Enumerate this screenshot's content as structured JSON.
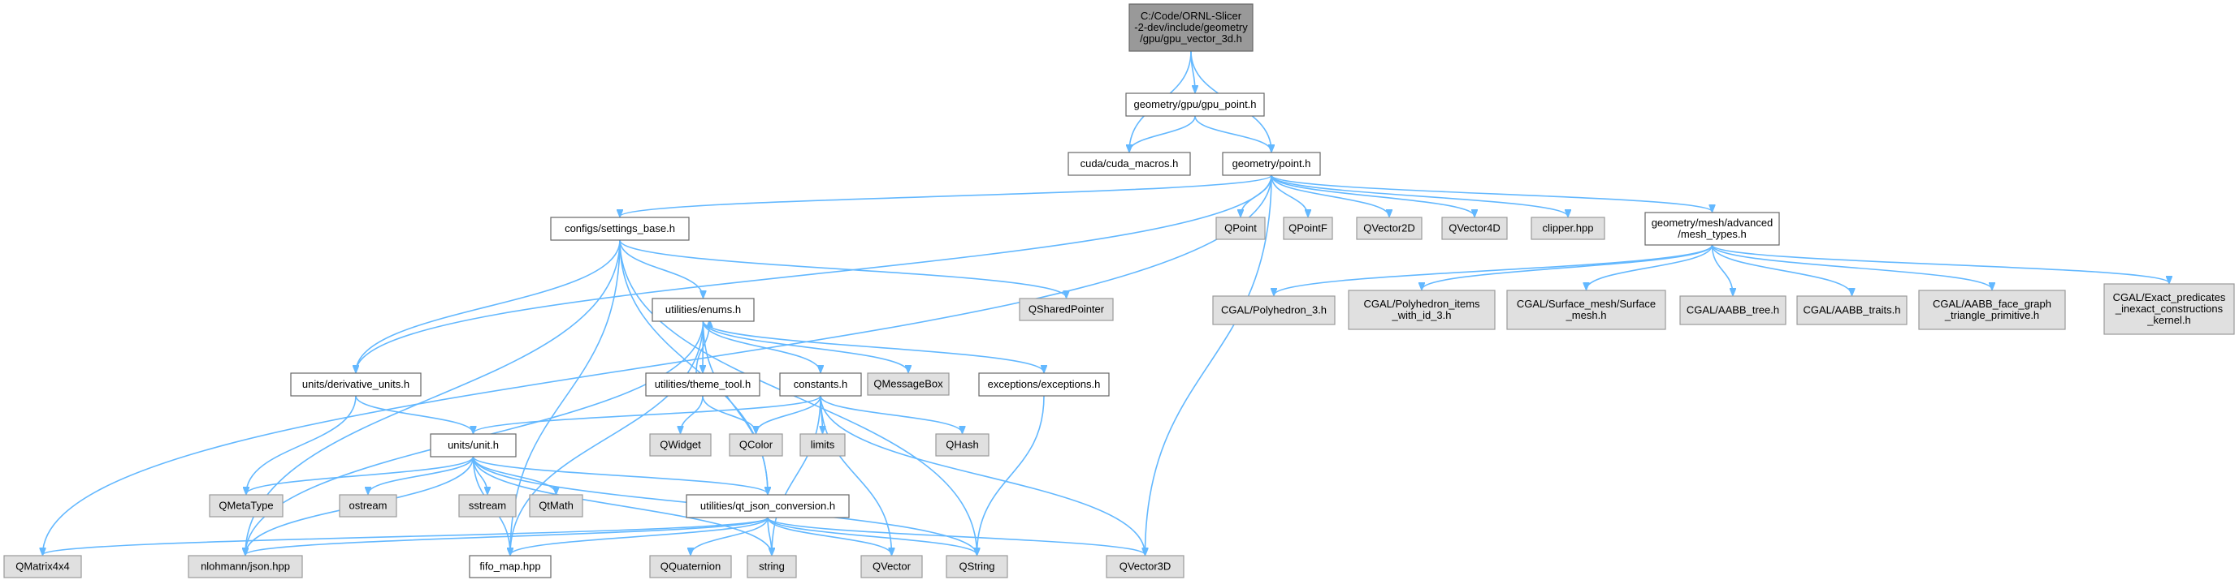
{
  "diagram": {
    "type": "include-dependency-graph",
    "nodes": [
      {
        "id": "root",
        "lines": [
          "C:/Code/ORNL-Slicer",
          "-2-dev/include/geometry",
          "/gpu/gpu_vector_3d.h"
        ],
        "kind": "root"
      },
      {
        "id": "gpu_point",
        "lines": [
          "geometry/gpu/gpu_point.h"
        ],
        "kind": "local"
      },
      {
        "id": "cuda_macros",
        "lines": [
          "cuda/cuda_macros.h"
        ],
        "kind": "local"
      },
      {
        "id": "point",
        "lines": [
          "geometry/point.h"
        ],
        "kind": "local"
      },
      {
        "id": "QMatrix4x4",
        "lines": [
          "QMatrix4x4"
        ],
        "kind": "external"
      },
      {
        "id": "settings_base",
        "lines": [
          "configs/settings_base.h"
        ],
        "kind": "local"
      },
      {
        "id": "derivative_units",
        "lines": [
          "units/derivative_units.h"
        ],
        "kind": "local"
      },
      {
        "id": "QPoint",
        "lines": [
          "QPoint"
        ],
        "kind": "external"
      },
      {
        "id": "QPointF",
        "lines": [
          "QPointF"
        ],
        "kind": "external"
      },
      {
        "id": "QVector2D",
        "lines": [
          "QVector2D"
        ],
        "kind": "external"
      },
      {
        "id": "QVector4D",
        "lines": [
          "QVector4D"
        ],
        "kind": "external"
      },
      {
        "id": "clipper",
        "lines": [
          "clipper.hpp"
        ],
        "kind": "external"
      },
      {
        "id": "mesh_types",
        "lines": [
          "geometry/mesh/advanced",
          "/mesh_types.h"
        ],
        "kind": "local"
      },
      {
        "id": "QVector3D",
        "lines": [
          "QVector3D"
        ],
        "kind": "external"
      },
      {
        "id": "json",
        "lines": [
          "nlohmann/json.hpp"
        ],
        "kind": "external"
      },
      {
        "id": "fifo_map",
        "lines": [
          "fifo_map.hpp"
        ],
        "kind": "local"
      },
      {
        "id": "enums",
        "lines": [
          "utilities/enums.h"
        ],
        "kind": "local"
      },
      {
        "id": "qt_json",
        "lines": [
          "utilities/qt_json_conversion.h"
        ],
        "kind": "local"
      },
      {
        "id": "QString",
        "lines": [
          "QString"
        ],
        "kind": "external"
      },
      {
        "id": "QSharedPointer",
        "lines": [
          "QSharedPointer"
        ],
        "kind": "external"
      },
      {
        "id": "unit",
        "lines": [
          "units/unit.h"
        ],
        "kind": "local"
      },
      {
        "id": "QMetaType",
        "lines": [
          "QMetaType"
        ],
        "kind": "external"
      },
      {
        "id": "theme_tool",
        "lines": [
          "utilities/theme_tool.h"
        ],
        "kind": "local"
      },
      {
        "id": "constants",
        "lines": [
          "constants.h"
        ],
        "kind": "local"
      },
      {
        "id": "QMessageBox",
        "lines": [
          "QMessageBox"
        ],
        "kind": "external"
      },
      {
        "id": "exceptions",
        "lines": [
          "exceptions/exceptions.h"
        ],
        "kind": "local"
      },
      {
        "id": "QWidget",
        "lines": [
          "QWidget"
        ],
        "kind": "external"
      },
      {
        "id": "QColor",
        "lines": [
          "QColor"
        ],
        "kind": "external"
      },
      {
        "id": "limits",
        "lines": [
          "limits"
        ],
        "kind": "external"
      },
      {
        "id": "QHash",
        "lines": [
          "QHash"
        ],
        "kind": "external"
      },
      {
        "id": "ostream",
        "lines": [
          "ostream"
        ],
        "kind": "external"
      },
      {
        "id": "sstream",
        "lines": [
          "sstream"
        ],
        "kind": "external"
      },
      {
        "id": "QtMath",
        "lines": [
          "QtMath"
        ],
        "kind": "external"
      },
      {
        "id": "string",
        "lines": [
          "string"
        ],
        "kind": "external"
      },
      {
        "id": "QQuaternion",
        "lines": [
          "QQuaternion"
        ],
        "kind": "external"
      },
      {
        "id": "QVector",
        "lines": [
          "QVector"
        ],
        "kind": "external"
      },
      {
        "id": "Polyhedron_3",
        "lines": [
          "CGAL/Polyhedron_3.h"
        ],
        "kind": "external"
      },
      {
        "id": "Polyhedron_items",
        "lines": [
          "CGAL/Polyhedron_items",
          "_with_id_3.h"
        ],
        "kind": "external"
      },
      {
        "id": "Surface_mesh",
        "lines": [
          "CGAL/Surface_mesh/Surface",
          "_mesh.h"
        ],
        "kind": "external"
      },
      {
        "id": "AABB_tree",
        "lines": [
          "CGAL/AABB_tree.h"
        ],
        "kind": "external"
      },
      {
        "id": "AABB_traits",
        "lines": [
          "CGAL/AABB_traits.h"
        ],
        "kind": "external"
      },
      {
        "id": "AABB_face_graph",
        "lines": [
          "CGAL/AABB_face_graph",
          "_triangle_primitive.h"
        ],
        "kind": "external"
      },
      {
        "id": "Exact_predicates",
        "lines": [
          "CGAL/Exact_predicates",
          "_inexact_constructions",
          "_kernel.h"
        ],
        "kind": "external"
      }
    ],
    "edges": [
      [
        "root",
        "gpu_point"
      ],
      [
        "root",
        "cuda_macros"
      ],
      [
        "root",
        "point"
      ],
      [
        "gpu_point",
        "cuda_macros"
      ],
      [
        "gpu_point",
        "point"
      ],
      [
        "point",
        "QMatrix4x4"
      ],
      [
        "point",
        "settings_base"
      ],
      [
        "point",
        "derivative_units"
      ],
      [
        "point",
        "QPoint"
      ],
      [
        "point",
        "QPointF"
      ],
      [
        "point",
        "QVector2D"
      ],
      [
        "point",
        "QVector4D"
      ],
      [
        "point",
        "clipper"
      ],
      [
        "point",
        "mesh_types"
      ],
      [
        "point",
        "QVector3D"
      ],
      [
        "settings_base",
        "json"
      ],
      [
        "settings_base",
        "fifo_map"
      ],
      [
        "settings_base",
        "derivative_units"
      ],
      [
        "settings_base",
        "enums"
      ],
      [
        "settings_base",
        "qt_json"
      ],
      [
        "settings_base",
        "QString"
      ],
      [
        "settings_base",
        "QSharedPointer"
      ],
      [
        "enums",
        "json"
      ],
      [
        "enums",
        "fifo_map"
      ],
      [
        "enums",
        "qt_json"
      ],
      [
        "enums",
        "theme_tool"
      ],
      [
        "enums",
        "constants"
      ],
      [
        "enums",
        "QMessageBox"
      ],
      [
        "enums",
        "exceptions"
      ],
      [
        "theme_tool",
        "enums"
      ],
      [
        "theme_tool",
        "QWidget"
      ],
      [
        "theme_tool",
        "QColor"
      ],
      [
        "derivative_units",
        "unit"
      ],
      [
        "derivative_units",
        "QMetaType"
      ],
      [
        "constants",
        "unit"
      ],
      [
        "constants",
        "QColor"
      ],
      [
        "constants",
        "limits"
      ],
      [
        "constants",
        "QHash"
      ],
      [
        "constants",
        "string"
      ],
      [
        "constants",
        "QVector"
      ],
      [
        "constants",
        "QVector3D"
      ],
      [
        "exceptions",
        "QString"
      ],
      [
        "unit",
        "QMetaType"
      ],
      [
        "unit",
        "ostream"
      ],
      [
        "unit",
        "sstream"
      ],
      [
        "unit",
        "QtMath"
      ],
      [
        "unit",
        "qt_json"
      ],
      [
        "unit",
        "json"
      ],
      [
        "unit",
        "fifo_map"
      ],
      [
        "unit",
        "string"
      ],
      [
        "unit",
        "QString"
      ],
      [
        "qt_json",
        "QMatrix4x4"
      ],
      [
        "qt_json",
        "json"
      ],
      [
        "qt_json",
        "fifo_map"
      ],
      [
        "qt_json",
        "QQuaternion"
      ],
      [
        "qt_json",
        "string"
      ],
      [
        "qt_json",
        "QVector"
      ],
      [
        "qt_json",
        "QString"
      ],
      [
        "qt_json",
        "QVector3D"
      ],
      [
        "mesh_types",
        "Polyhedron_3"
      ],
      [
        "mesh_types",
        "Polyhedron_items"
      ],
      [
        "mesh_types",
        "Surface_mesh"
      ],
      [
        "mesh_types",
        "AABB_tree"
      ],
      [
        "mesh_types",
        "AABB_traits"
      ],
      [
        "mesh_types",
        "AABB_face_graph"
      ],
      [
        "mesh_types",
        "Exact_predicates"
      ]
    ]
  }
}
